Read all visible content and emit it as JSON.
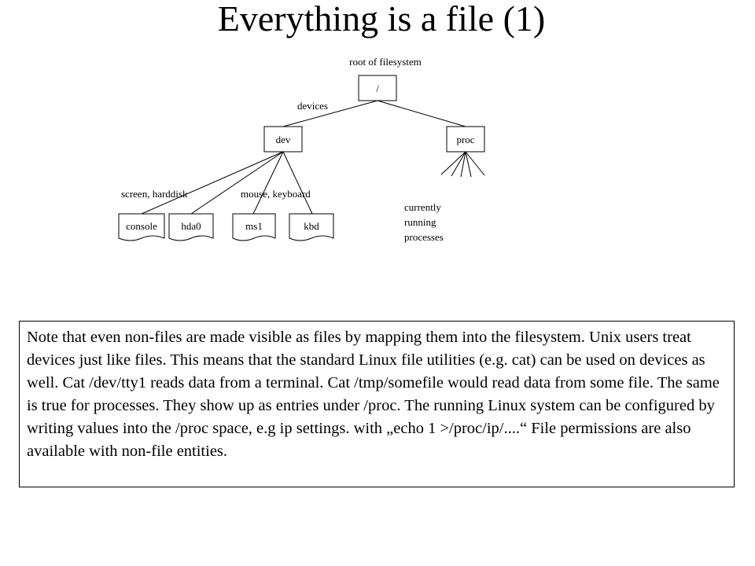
{
  "title": "Everything is a file (1)",
  "diagram": {
    "root_caption": "root of filesystem",
    "root_label": "/",
    "edge_label_devices": "devices",
    "dev_label": "dev",
    "proc_label": "proc",
    "group_label_screen": "screen, harddisk",
    "group_label_mouse": "mouse, keyboard",
    "files": [
      "console",
      "hda0",
      "ms1",
      "kbd"
    ],
    "proc_note_lines": [
      "currently",
      "running",
      "processes"
    ]
  },
  "note": {
    "text": "Note that even non-files are made visible as files by mapping them into the filesystem. Unix users treat devices just like files. This means that the standard Linux file utilities (e.g. cat) can be used on devices as well. Cat /dev/tty1 reads data from a terminal. Cat /tmp/somefile would read data from some file. The same is true for processes. They show up as entries under /proc. The running Linux system can be configured by writing values into the /proc space, e.g ip settings. with „echo 1 >/proc/ip/....“ File permissions are also available with non-file entities."
  }
}
